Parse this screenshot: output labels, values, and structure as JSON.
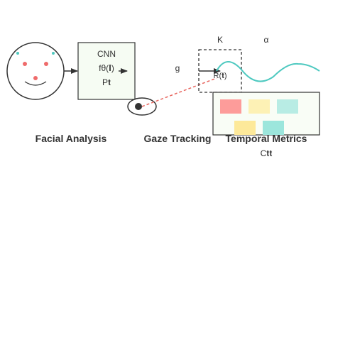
{
  "sections": {
    "facial_analysis": "Facial Analysis",
    "gaze_tracking": "Gaze Tracking",
    "temporal_metrics": "Temporal Metrics"
  },
  "cnn_box": {
    "title": "CNN",
    "formula": "fθ(𝐈)",
    "output": "P𝐭"
  },
  "symbols": {
    "gaze": "g",
    "kernel": "K",
    "alpha": "α",
    "rotation": "R(𝐭)",
    "metric": "C𝐭𝐭"
  },
  "colors": {
    "outline": "#333333",
    "landmark_red": "#ef6b6b",
    "landmark_teal": "#4ec9c0",
    "cnn_fill": "#f6fcf3",
    "gaze_line": "#e8665f",
    "wave": "#4ec9c0",
    "metric_red": "#fd9c9a",
    "metric_yellow": "#fdf1b5",
    "metric_teal_light": "#b8ece4",
    "metric_yellow_2": "#fde99a",
    "metric_teal": "#9ce6dc"
  }
}
